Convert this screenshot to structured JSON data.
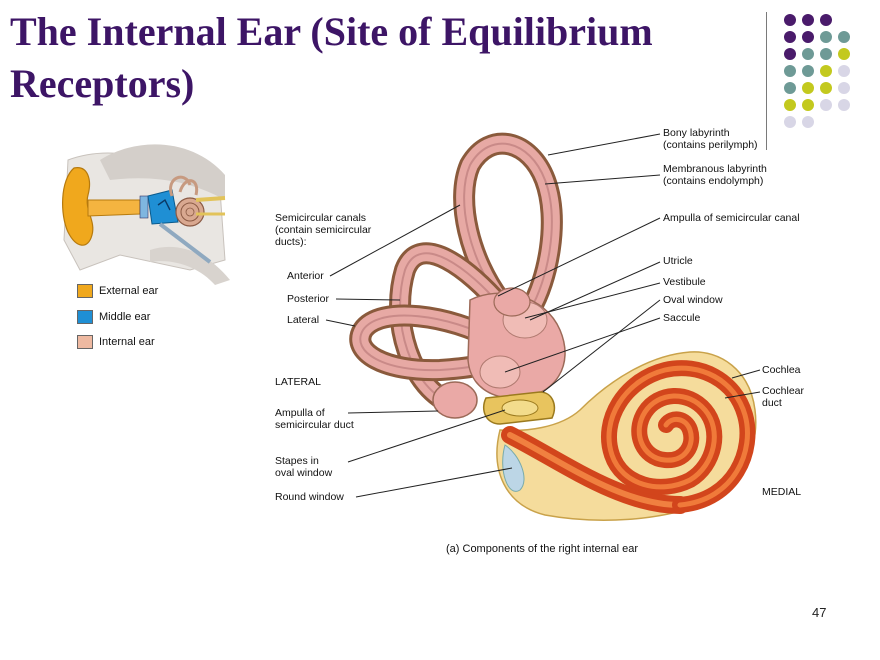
{
  "slide": {
    "title": "The Internal Ear (Site of Equilibrium Receptors)",
    "page_number": "47",
    "accent_colors": {
      "title": "#3d1566",
      "dot_purple": "#4a1b6b",
      "dot_teal": "#6e9a96",
      "dot_lime": "#c3c91e",
      "dot_lavender": "#d8d6e6"
    }
  },
  "legend": {
    "items": [
      {
        "label": "External ear",
        "color": "#f0a81d"
      },
      {
        "label": "Middle ear",
        "color": "#1f8fd4"
      },
      {
        "label": "Internal ear",
        "color": "#eeb9a1"
      }
    ]
  },
  "labels": {
    "bony_labyrinth": [
      "Bony labyrinth",
      "(contains perilymph)"
    ],
    "membranous_labyrinth": [
      "Membranous labyrinth",
      "(contains endolymph)"
    ],
    "ampulla_canal": "Ampulla of semicircular canal",
    "utricle": "Utricle",
    "vestibule": "Vestibule",
    "oval_window": "Oval window",
    "saccule": "Saccule",
    "cochlea": "Cochlea",
    "cochlear_duct": [
      "Cochlear",
      "duct"
    ],
    "medial": "MEDIAL",
    "semicircular_canals": [
      "Semicircular canals",
      "(contain semicircular",
      "ducts):"
    ],
    "anterior": "Anterior",
    "posterior": "Posterior",
    "lateral": "Lateral",
    "lateral_direction": "LATERAL",
    "ampulla_duct": [
      "Ampulla of",
      "semicircular duct"
    ],
    "stapes": [
      "Stapes in",
      "oval window"
    ],
    "round_window": "Round window"
  },
  "caption": "(a) Components of the right internal ear"
}
